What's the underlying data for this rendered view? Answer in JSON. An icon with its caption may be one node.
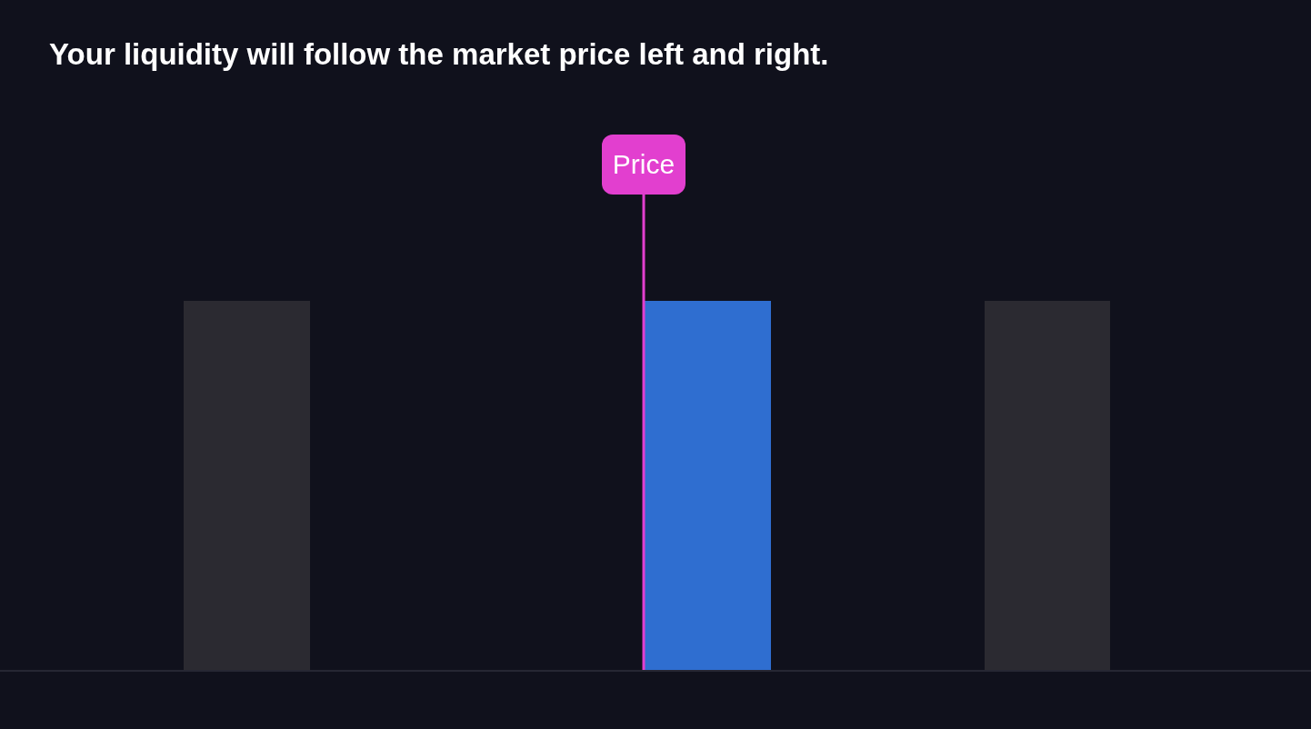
{
  "diagram": {
    "title": "Your liquidity will follow the market price left and right.",
    "nodes": [
      {
        "text": [
          "Price"
        ]
      },
      {
        "text": [],
        "shape": "bar"
      },
      {
        "text": [],
        "shape": "bar"
      },
      {
        "text": [],
        "shape": "bar"
      }
    ],
    "edges": [
      {
        "from": 0,
        "to": 2,
        "arrow": "none"
      }
    ]
  }
}
